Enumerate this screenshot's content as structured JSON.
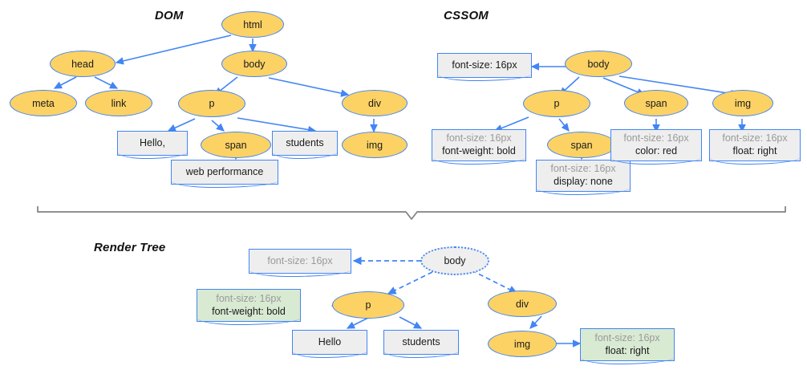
{
  "diagram": {
    "title_dom": "DOM",
    "title_cssom": "CSSOM",
    "title_render": "Render Tree",
    "colors": {
      "node_fill": "#fcd265",
      "node_stroke": "#4285f4",
      "box_fill": "#eeeeee",
      "box_fill_highlight": "#d9ead3",
      "inherited_text": "#9a9a9a",
      "text": "#1a1a1a",
      "brace": "#808080"
    }
  },
  "dom": {
    "nodes": [
      {
        "id": "html",
        "label": "html"
      },
      {
        "id": "head",
        "label": "head"
      },
      {
        "id": "body",
        "label": "body"
      },
      {
        "id": "meta",
        "label": "meta"
      },
      {
        "id": "link",
        "label": "link"
      },
      {
        "id": "p",
        "label": "p"
      },
      {
        "id": "div",
        "label": "div"
      },
      {
        "id": "span",
        "label": "span"
      },
      {
        "id": "img",
        "label": "img"
      }
    ],
    "text_boxes": [
      {
        "id": "hello",
        "label": "Hello,"
      },
      {
        "id": "students",
        "label": "students"
      },
      {
        "id": "webperf",
        "label": "web performance"
      }
    ]
  },
  "cssom": {
    "nodes": [
      {
        "id": "body",
        "label": "body"
      },
      {
        "id": "p",
        "label": "p"
      },
      {
        "id": "span1",
        "label": "span"
      },
      {
        "id": "span2",
        "label": "span"
      },
      {
        "id": "img",
        "label": "img"
      }
    ],
    "rules": [
      {
        "id": "body_rule",
        "inherited": "",
        "own": "font-size: 16px"
      },
      {
        "id": "p_rule",
        "inherited": "font-size: 16px",
        "own": "font-weight: bold"
      },
      {
        "id": "span2_rule",
        "inherited": "font-size: 16px",
        "own": "display: none"
      },
      {
        "id": "span1_rule",
        "inherited": "font-size: 16px",
        "own": "color: red"
      },
      {
        "id": "img_rule",
        "inherited": "font-size: 16px",
        "own": "float: right"
      }
    ]
  },
  "render_tree": {
    "nodes": [
      {
        "id": "body",
        "label": "body"
      },
      {
        "id": "p",
        "label": "p"
      },
      {
        "id": "div",
        "label": "div"
      },
      {
        "id": "img",
        "label": "img"
      }
    ],
    "text_boxes": [
      {
        "id": "hello",
        "label": "Hello"
      },
      {
        "id": "students",
        "label": "students"
      }
    ],
    "rules": [
      {
        "id": "body_rule",
        "inherited": "font-size: 16px",
        "own": "",
        "highlight": false
      },
      {
        "id": "p_rule",
        "inherited": "font-size: 16px",
        "own": "font-weight: bold",
        "highlight": true
      },
      {
        "id": "img_rule",
        "inherited": "font-size: 16px",
        "own": "float: right",
        "highlight": true
      }
    ]
  }
}
